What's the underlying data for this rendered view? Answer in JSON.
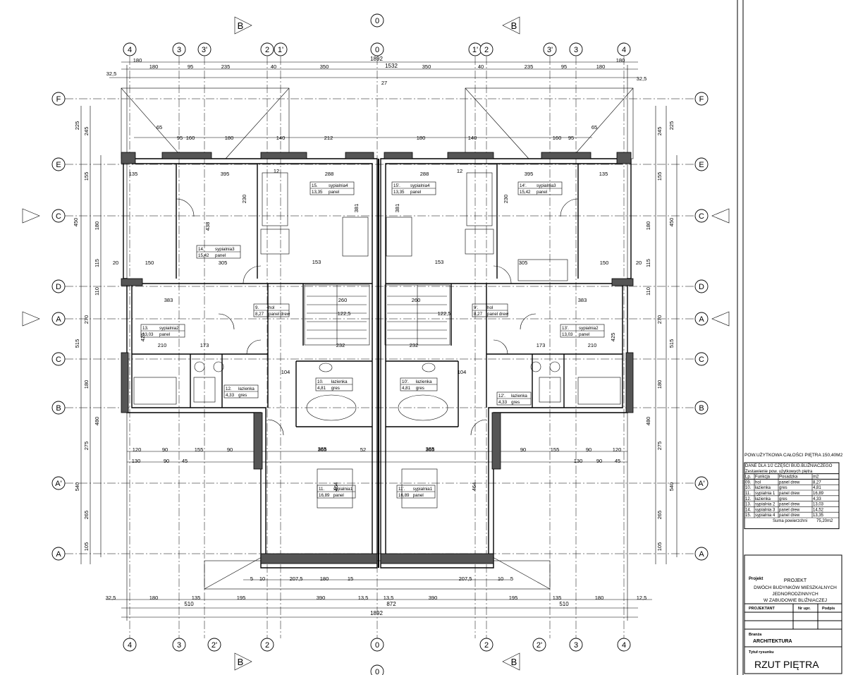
{
  "axes": {
    "top": [
      "4",
      "3",
      "3'",
      "2",
      "1'",
      "0",
      "1'",
      "2",
      "3'",
      "3",
      "4"
    ],
    "bottom": [
      "4",
      "3",
      "2'",
      "2",
      "0",
      "2",
      "2'",
      "3",
      "4"
    ],
    "left": [
      "F",
      "E",
      "C",
      "D",
      "A",
      "C",
      "B",
      "A'",
      "A"
    ],
    "right": [
      "F",
      "E",
      "C",
      "D",
      "A",
      "C",
      "B",
      "A'",
      "A"
    ],
    "section_top": [
      "B",
      "0",
      "B"
    ],
    "section_bottom": [
      "B",
      "0",
      "B"
    ]
  },
  "overall": {
    "top_total": "1892",
    "top_half": "1532",
    "bottom_total": "1892",
    "bottom_mid": "872",
    "bottom_left": "510",
    "bottom_right": "510"
  },
  "dims": {
    "top_row1": [
      "180",
      "180",
      "95",
      "235",
      "40",
      "350",
      "350",
      "40",
      "235",
      "95",
      "180",
      "180"
    ],
    "top_row2": [
      "32,5",
      "32,5",
      "27"
    ],
    "row_upper": [
      "65",
      "95",
      "160",
      "180",
      "140",
      "212",
      "180",
      "140",
      "160",
      "95",
      "65"
    ],
    "mid_row": [
      "120",
      "90",
      "155",
      "90",
      "365",
      "52",
      "365",
      "90",
      "155",
      "90",
      "120"
    ],
    "lower_row": [
      "130",
      "90",
      "45",
      "130",
      "90",
      "45"
    ],
    "bottom_row1": [
      "5",
      "10",
      "207,5",
      "180",
      "15",
      "207,5",
      "10",
      "5"
    ],
    "bottom_row2": [
      "32,5",
      "180",
      "135",
      "195",
      "390",
      "13,5",
      "13,5",
      "390",
      "195",
      "135",
      "180",
      "12,5"
    ],
    "left_col": [
      "225",
      "245",
      "155",
      "450",
      "180",
      "115",
      "110",
      "270",
      "515",
      "180",
      "275",
      "480",
      "540",
      "265",
      "105"
    ],
    "right_col": [
      "225",
      "245",
      "155",
      "450",
      "180",
      "115",
      "110",
      "270",
      "515",
      "180",
      "275",
      "480",
      "540",
      "265",
      "105"
    ]
  },
  "rooms": [
    {
      "no": "15.",
      "name": "sypialnia4",
      "area": "13,35",
      "floor": "panel"
    },
    {
      "no": "15'.",
      "name": "sypialnia4",
      "area": "13,35",
      "floor": "panel"
    },
    {
      "no": "14.",
      "name": "sypialnia3",
      "area": "15,42",
      "floor": "panel"
    },
    {
      "no": "14'.",
      "name": "sypialnia3",
      "area": "15,42",
      "floor": "panel"
    },
    {
      "no": "13.",
      "name": "sypialnia2",
      "area": "13,03",
      "floor": "panel"
    },
    {
      "no": "13'.",
      "name": "sypialnia2",
      "area": "13,03",
      "floor": "panel"
    },
    {
      "no": "9.",
      "name": "hol",
      "area": "8,27",
      "floor": "panel drew"
    },
    {
      "no": "9'.",
      "name": "hol",
      "area": "8,27",
      "floor": "panel drew"
    },
    {
      "no": "10.",
      "name": "łazienka",
      "area": "4,81",
      "floor": "gres"
    },
    {
      "no": "10'.",
      "name": "łazienka",
      "area": "4,81",
      "floor": "gres"
    },
    {
      "no": "12.",
      "name": "łazienka",
      "area": "4,33",
      "floor": "gres"
    },
    {
      "no": "12'.",
      "name": "łazienka",
      "area": "4,33",
      "floor": "gres"
    },
    {
      "no": "11.",
      "name": "sypialnia1",
      "area": "16,89",
      "floor": "panel"
    },
    {
      "no": "11'.",
      "name": "sypialnia1",
      "area": "16,89",
      "floor": "panel"
    }
  ],
  "room_dims": [
    "395",
    "288",
    "288",
    "395",
    "135",
    "135",
    "383",
    "260",
    "260",
    "383",
    "210",
    "173",
    "173",
    "210",
    "153",
    "153",
    "305",
    "305",
    "150",
    "150",
    "104",
    "104",
    "232",
    "232",
    "365",
    "365",
    "425",
    "425",
    "438",
    "381",
    "381",
    "230",
    "230",
    "464",
    "464",
    "122,5",
    "122,5",
    "12",
    "12",
    "20",
    "20"
  ],
  "area_note": "POW.UŻYTKOWA CAŁOŚCI PIĘTRA 150,40M2",
  "schedule": {
    "title": "DANE DLA 1/2 CZĘŚCI BUD.BLIŹNIACZEGO",
    "subtitle": "Zestawienie pow. użytkowych piętra",
    "headers": [
      "Lp.",
      "Funkcja",
      "Posadzka",
      "m2"
    ],
    "rows": [
      [
        "09.",
        "hol",
        "panel drew",
        "8,27"
      ],
      [
        "10.",
        "łazienka",
        "gres",
        "4,81"
      ],
      [
        "11.",
        "sypialnia 1",
        "panel drew",
        "16,89"
      ],
      [
        "12.",
        "łazienka",
        "gres",
        "4,33"
      ],
      [
        "13.",
        "sypialnia 2",
        "panel drew",
        "13,03"
      ],
      [
        "14.",
        "sypialnia 3",
        "panel drew",
        "14,52"
      ],
      [
        "15.",
        "sypialnia 4",
        "panel drew",
        "13,35"
      ]
    ],
    "total_label": "Suma powierzchni",
    "total_value": "75,20m2"
  },
  "title_block": {
    "project_label": "Projekt",
    "project_lines": [
      "PROJEKT",
      "DWÓCH BUDYNKÓW MIESZKALNYCH",
      "JEDNORODZINNYCH",
      "W ZABUDOWIE BLIŹNIACZEJ"
    ],
    "col_headers": [
      "PROJEKTANT",
      "Nr upr.",
      "Podpis"
    ],
    "branch_label": "Branża",
    "branch_value": "ARCHITEKTURA",
    "drawing_label": "Tytuł rysunku",
    "drawing_title": "RZUT PIĘTRA"
  }
}
